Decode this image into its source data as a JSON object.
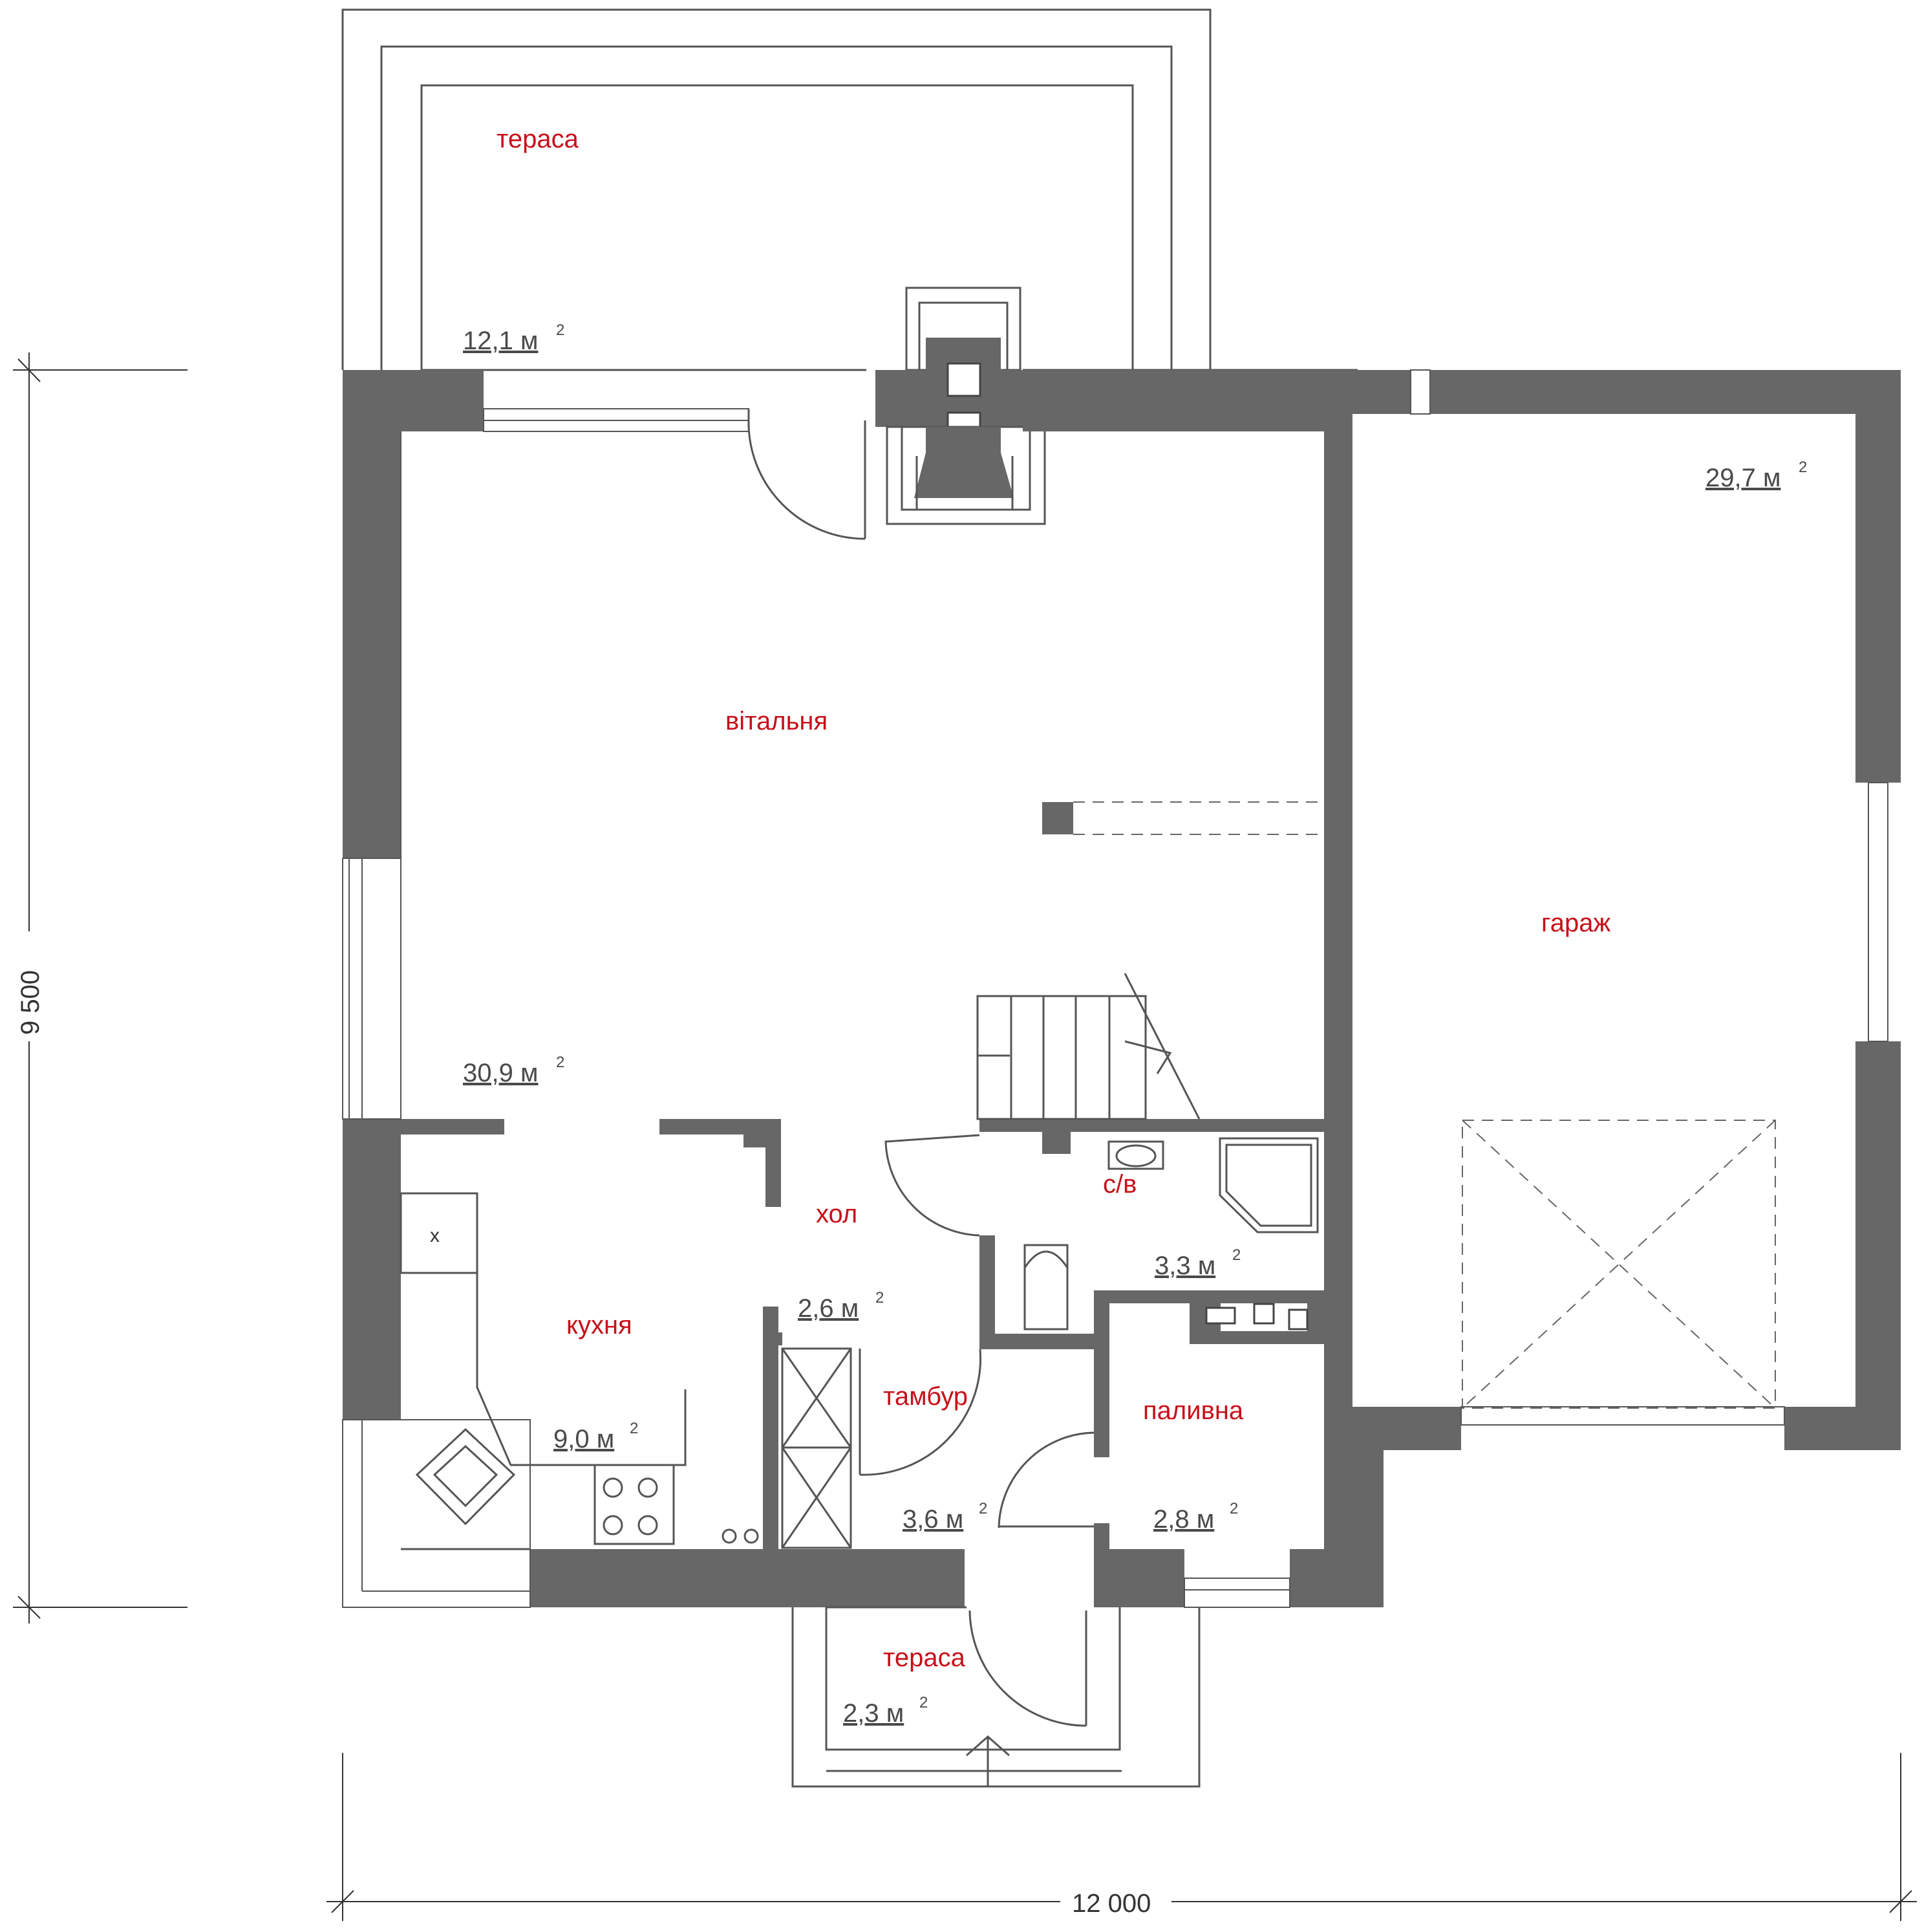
{
  "colors": {
    "wall": "#676767",
    "room_text": "#c8101a",
    "area_text": "#4a4a4a"
  },
  "rooms": {
    "terrace_top": "тераса",
    "living": "вітальня",
    "garage": "гараж",
    "hall": "хол",
    "wc": "с/в",
    "kitchen": "кухня",
    "vestibule": "тамбур",
    "boiler": "паливна",
    "terrace_bottom": "тераса",
    "kitchen_mark": "x"
  },
  "areas": {
    "terrace_top": "12,1 м",
    "garage": "29,7 м",
    "living": "30,9 м",
    "wc": "3,3 м",
    "hall": "2,6 м",
    "kitchen": "9,0 м",
    "vestibule": "3,6 м",
    "boiler": "2,8 м",
    "terrace_bottom": "2,3 м",
    "unit_power": "2"
  },
  "dimensions": {
    "width": "12 000",
    "height": "9 500"
  }
}
